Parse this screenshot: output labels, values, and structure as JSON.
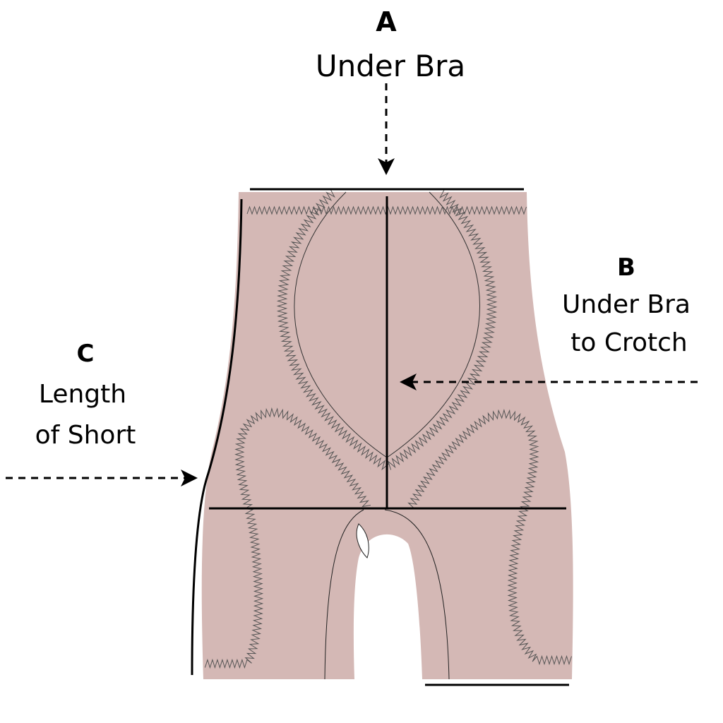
{
  "colors": {
    "garment_fill": "#d4b8b5",
    "line": "#000000",
    "stitch": "#555555",
    "background": "#ffffff"
  },
  "measurements": [
    {
      "letter": "A",
      "label_lines": [
        "Under Bra"
      ]
    },
    {
      "letter": "B",
      "label_lines": [
        "Under Bra",
        "to Crotch"
      ]
    },
    {
      "letter": "C",
      "label_lines": [
        "Length",
        "of Short"
      ]
    }
  ]
}
